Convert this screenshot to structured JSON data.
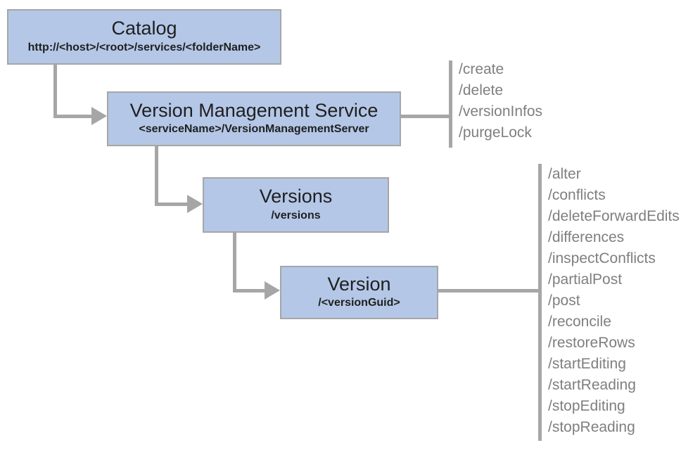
{
  "diagram": {
    "colors": {
      "node_fill": "#b4c7e7",
      "node_border": "#a6a6a6",
      "connector": "#a6a6a6",
      "operation_text": "#7f7f7f",
      "title_text": "#1f1f1f"
    },
    "nodes": [
      {
        "id": "catalog",
        "title": "Catalog",
        "subtitle": "http://<host>/<root>/services/<folderName>"
      },
      {
        "id": "vms",
        "title": "Version Management Service",
        "subtitle": "<serviceName>/VersionManagementServer"
      },
      {
        "id": "versions",
        "title": "Versions",
        "subtitle": "/versions"
      },
      {
        "id": "version",
        "title": "Version",
        "subtitle": "/<versionGuid>"
      }
    ],
    "vms_operations": [
      "/create",
      "/delete",
      "/versionInfos",
      "/purgeLock"
    ],
    "version_operations": [
      "/alter",
      "/conflicts",
      "/deleteForwardEdits",
      "/differences",
      "/inspectConflicts",
      "/partialPost",
      "/post",
      "/reconcile",
      "/restoreRows",
      "/startEditing",
      "/startReading",
      "/stopEditing",
      "/stopReading"
    ]
  }
}
